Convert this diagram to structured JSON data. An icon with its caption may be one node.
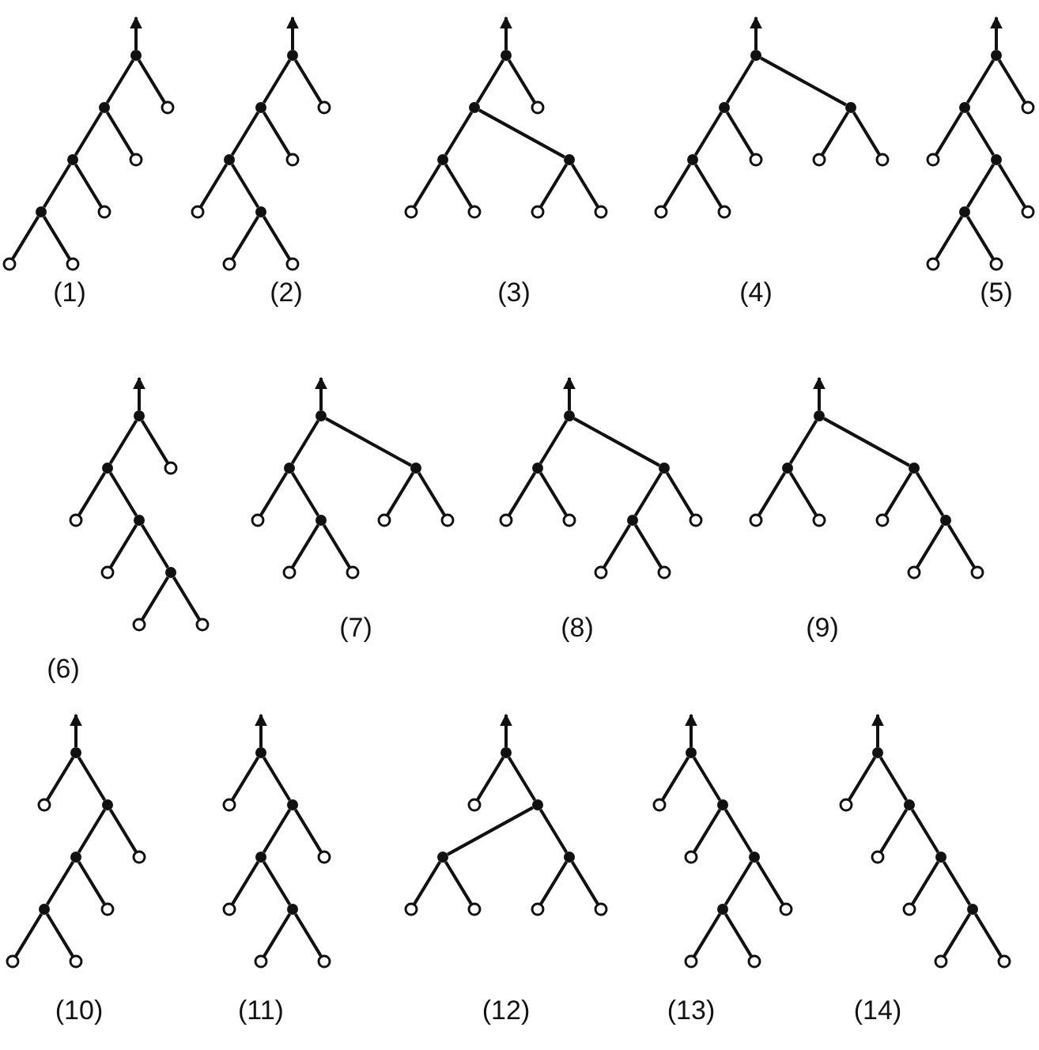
{
  "diagram": {
    "nodes": [
      {
        "text": [],
        "shape": "dot"
      },
      {
        "text": [],
        "shape": "dot"
      },
      {
        "text": [],
        "shape": "dot"
      },
      {
        "text": [],
        "shape": "dot"
      },
      {
        "text": [],
        "shape": "circle"
      },
      {
        "text": [],
        "shape": "circle"
      },
      {
        "text": [],
        "shape": "circle"
      },
      {
        "text": [],
        "shape": "circle"
      },
      {
        "text": [],
        "shape": "circle"
      },
      {
        "text": [],
        "shape": "dot"
      },
      {
        "text": [],
        "shape": "dot"
      },
      {
        "text": [],
        "shape": "dot"
      },
      {
        "text": [],
        "shape": "circle"
      },
      {
        "text": [],
        "shape": "dot"
      },
      {
        "text": [],
        "shape": "circle"
      },
      {
        "text": [],
        "shape": "circle"
      },
      {
        "text": [],
        "shape": "circle"
      },
      {
        "text": [],
        "shape": "circle"
      },
      {
        "text": [],
        "shape": "dot"
      },
      {
        "text": [],
        "shape": "dot"
      },
      {
        "text": [],
        "shape": "dot"
      },
      {
        "text": [],
        "shape": "circle"
      },
      {
        "text": [],
        "shape": "circle"
      },
      {
        "text": [],
        "shape": "dot"
      },
      {
        "text": [],
        "shape": "circle"
      },
      {
        "text": [],
        "shape": "circle"
      },
      {
        "text": [],
        "shape": "circle"
      },
      {
        "text": [],
        "shape": "dot"
      },
      {
        "text": [],
        "shape": "dot"
      },
      {
        "text": [],
        "shape": "dot"
      },
      {
        "text": [],
        "shape": "circle"
      },
      {
        "text": [],
        "shape": "circle"
      },
      {
        "text": [],
        "shape": "circle"
      },
      {
        "text": [],
        "shape": "dot"
      },
      {
        "text": [],
        "shape": "circle"
      },
      {
        "text": [],
        "shape": "circle"
      },
      {
        "text": [],
        "shape": "dot"
      },
      {
        "text": [],
        "shape": "dot"
      },
      {
        "text": [],
        "shape": "circle"
      },
      {
        "text": [],
        "shape": "dot"
      },
      {
        "text": [],
        "shape": "dot"
      },
      {
        "text": [],
        "shape": "circle"
      },
      {
        "text": [],
        "shape": "circle"
      },
      {
        "text": [],
        "shape": "circle"
      },
      {
        "text": [],
        "shape": "circle"
      },
      {
        "text": [],
        "shape": "dot"
      },
      {
        "text": [],
        "shape": "dot"
      },
      {
        "text": [],
        "shape": "circle"
      },
      {
        "text": [],
        "shape": "dot"
      },
      {
        "text": [],
        "shape": "circle"
      },
      {
        "text": [],
        "shape": "dot"
      },
      {
        "text": [],
        "shape": "circle"
      },
      {
        "text": [],
        "shape": "circle"
      },
      {
        "text": [],
        "shape": "circle"
      },
      {
        "text": [],
        "shape": "dot"
      },
      {
        "text": [],
        "shape": "dot"
      },
      {
        "text": [],
        "shape": "circle"
      },
      {
        "text": [],
        "shape": "dot"
      },
      {
        "text": [],
        "shape": "circle"
      },
      {
        "text": [],
        "shape": "circle"
      },
      {
        "text": [],
        "shape": "dot"
      },
      {
        "text": [],
        "shape": "circle"
      },
      {
        "text": [],
        "shape": "circle"
      },
      {
        "text": [],
        "shape": "dot"
      },
      {
        "text": [],
        "shape": "dot"
      },
      {
        "text": [],
        "shape": "circle"
      },
      {
        "text": [],
        "shape": "circle"
      },
      {
        "text": [],
        "shape": "dot"
      },
      {
        "text": [],
        "shape": "dot"
      },
      {
        "text": [],
        "shape": "circle"
      },
      {
        "text": [],
        "shape": "circle"
      },
      {
        "text": [],
        "shape": "circle"
      },
      {
        "text": [],
        "shape": "dot"
      },
      {
        "text": [],
        "shape": "dot"
      },
      {
        "text": [],
        "shape": "circle"
      },
      {
        "text": [],
        "shape": "circle"
      },
      {
        "text": [],
        "shape": "dot"
      },
      {
        "text": [],
        "shape": "circle"
      },
      {
        "text": [],
        "shape": "dot"
      },
      {
        "text": [],
        "shape": "circle"
      },
      {
        "text": [],
        "shape": "circle"
      },
      {
        "text": [],
        "shape": "dot"
      },
      {
        "text": [],
        "shape": "circle"
      },
      {
        "text": [],
        "shape": "dot"
      },
      {
        "text": [],
        "shape": "dot"
      },
      {
        "text": [],
        "shape": "dot"
      },
      {
        "text": [],
        "shape": "circle"
      },
      {
        "text": [],
        "shape": "circle"
      },
      {
        "text": [],
        "shape": "circle"
      },
      {
        "text": [],
        "shape": "circle"
      },
      {
        "text": [],
        "shape": "dot"
      },
      {
        "text": [],
        "shape": "circle"
      },
      {
        "text": [],
        "shape": "dot"
      },
      {
        "text": [],
        "shape": "dot"
      },
      {
        "text": [],
        "shape": "circle"
      },
      {
        "text": [],
        "shape": "dot"
      },
      {
        "text": [],
        "shape": "circle"
      },
      {
        "text": [],
        "shape": "circle"
      },
      {
        "text": [],
        "shape": "circle"
      },
      {
        "text": [],
        "shape": "dot"
      },
      {
        "text": [],
        "shape": "circle"
      },
      {
        "text": [],
        "shape": "dot"
      },
      {
        "text": [],
        "shape": "dot"
      },
      {
        "text": [],
        "shape": "circle"
      },
      {
        "text": [],
        "shape": "circle"
      },
      {
        "text": [],
        "shape": "dot"
      },
      {
        "text": [],
        "shape": "circle"
      },
      {
        "text": [],
        "shape": "circle"
      },
      {
        "text": [],
        "shape": "dot"
      },
      {
        "text": [],
        "shape": "circle"
      },
      {
        "text": [],
        "shape": "dot"
      },
      {
        "text": [],
        "shape": "circle"
      },
      {
        "text": [],
        "shape": "dot"
      },
      {
        "text": [],
        "shape": "dot"
      },
      {
        "text": [],
        "shape": "circle"
      },
      {
        "text": [],
        "shape": "circle"
      },
      {
        "text": [],
        "shape": "circle"
      },
      {
        "text": [],
        "shape": "dot"
      },
      {
        "text": [],
        "shape": "circle"
      },
      {
        "text": [],
        "shape": "dot"
      },
      {
        "text": [],
        "shape": "circle"
      },
      {
        "text": [],
        "shape": "dot"
      },
      {
        "text": [],
        "shape": "circle"
      },
      {
        "text": [],
        "shape": "dot"
      },
      {
        "text": [],
        "shape": "circle"
      },
      {
        "text": [],
        "shape": "circle"
      }
    ],
    "edges": [
      {
        "from": 0,
        "to": null,
        "arrow": "to"
      },
      {
        "from": 0,
        "to": 1,
        "arrow": "none"
      },
      {
        "from": 0,
        "to": 8,
        "arrow": "none"
      },
      {
        "from": 1,
        "to": 2,
        "arrow": "none"
      },
      {
        "from": 1,
        "to": 7,
        "arrow": "none"
      },
      {
        "from": 2,
        "to": 3,
        "arrow": "none"
      },
      {
        "from": 2,
        "to": 6,
        "arrow": "none"
      },
      {
        "from": 3,
        "to": 4,
        "arrow": "none"
      },
      {
        "from": 3,
        "to": 5,
        "arrow": "none"
      },
      {
        "from": 9,
        "to": null,
        "arrow": "to"
      },
      {
        "from": 9,
        "to": 10,
        "arrow": "none"
      },
      {
        "from": 9,
        "to": 17,
        "arrow": "none"
      },
      {
        "from": 10,
        "to": 11,
        "arrow": "none"
      },
      {
        "from": 10,
        "to": 16,
        "arrow": "none"
      },
      {
        "from": 11,
        "to": 12,
        "arrow": "none"
      },
      {
        "from": 11,
        "to": 13,
        "arrow": "none"
      },
      {
        "from": 13,
        "to": 14,
        "arrow": "none"
      },
      {
        "from": 13,
        "to": 15,
        "arrow": "none"
      },
      {
        "from": 18,
        "to": null,
        "arrow": "to"
      },
      {
        "from": 18,
        "to": 19,
        "arrow": "none"
      },
      {
        "from": 18,
        "to": 26,
        "arrow": "none"
      },
      {
        "from": 19,
        "to": 20,
        "arrow": "none"
      },
      {
        "from": 19,
        "to": 23,
        "arrow": "none"
      },
      {
        "from": 20,
        "to": 21,
        "arrow": "none"
      },
      {
        "from": 20,
        "to": 22,
        "arrow": "none"
      },
      {
        "from": 23,
        "to": 24,
        "arrow": "none"
      },
      {
        "from": 23,
        "to": 25,
        "arrow": "none"
      },
      {
        "from": 27,
        "to": null,
        "arrow": "to"
      },
      {
        "from": 27,
        "to": 28,
        "arrow": "none"
      },
      {
        "from": 27,
        "to": 33,
        "arrow": "none"
      },
      {
        "from": 28,
        "to": 29,
        "arrow": "none"
      },
      {
        "from": 28,
        "to": 32,
        "arrow": "none"
      },
      {
        "from": 29,
        "to": 30,
        "arrow": "none"
      },
      {
        "from": 29,
        "to": 31,
        "arrow": "none"
      },
      {
        "from": 33,
        "to": 34,
        "arrow": "none"
      },
      {
        "from": 33,
        "to": 35,
        "arrow": "none"
      },
      {
        "from": 36,
        "to": null,
        "arrow": "to"
      },
      {
        "from": 36,
        "to": 37,
        "arrow": "none"
      },
      {
        "from": 36,
        "to": 44,
        "arrow": "none"
      },
      {
        "from": 37,
        "to": 38,
        "arrow": "none"
      },
      {
        "from": 37,
        "to": 39,
        "arrow": "none"
      },
      {
        "from": 39,
        "to": 40,
        "arrow": "none"
      },
      {
        "from": 39,
        "to": 43,
        "arrow": "none"
      },
      {
        "from": 40,
        "to": 41,
        "arrow": "none"
      },
      {
        "from": 40,
        "to": 42,
        "arrow": "none"
      },
      {
        "from": 45,
        "to": null,
        "arrow": "to"
      },
      {
        "from": 45,
        "to": 46,
        "arrow": "none"
      },
      {
        "from": 45,
        "to": 53,
        "arrow": "none"
      },
      {
        "from": 46,
        "to": 47,
        "arrow": "none"
      },
      {
        "from": 46,
        "to": 48,
        "arrow": "none"
      },
      {
        "from": 48,
        "to": 49,
        "arrow": "none"
      },
      {
        "from": 48,
        "to": 50,
        "arrow": "none"
      },
      {
        "from": 50,
        "to": 51,
        "arrow": "none"
      },
      {
        "from": 50,
        "to": 52,
        "arrow": "none"
      },
      {
        "from": 54,
        "to": null,
        "arrow": "to"
      },
      {
        "from": 54,
        "to": 55,
        "arrow": "none"
      },
      {
        "from": 54,
        "to": 60,
        "arrow": "none"
      },
      {
        "from": 55,
        "to": 56,
        "arrow": "none"
      },
      {
        "from": 55,
        "to": 57,
        "arrow": "none"
      },
      {
        "from": 57,
        "to": 58,
        "arrow": "none"
      },
      {
        "from": 57,
        "to": 59,
        "arrow": "none"
      },
      {
        "from": 60,
        "to": 61,
        "arrow": "none"
      },
      {
        "from": 60,
        "to": 62,
        "arrow": "none"
      },
      {
        "from": 63,
        "to": null,
        "arrow": "to"
      },
      {
        "from": 63,
        "to": 64,
        "arrow": "none"
      },
      {
        "from": 63,
        "to": 67,
        "arrow": "none"
      },
      {
        "from": 64,
        "to": 65,
        "arrow": "none"
      },
      {
        "from": 64,
        "to": 66,
        "arrow": "none"
      },
      {
        "from": 67,
        "to": 68,
        "arrow": "none"
      },
      {
        "from": 67,
        "to": 71,
        "arrow": "none"
      },
      {
        "from": 68,
        "to": 69,
        "arrow": "none"
      },
      {
        "from": 68,
        "to": 70,
        "arrow": "none"
      },
      {
        "from": 72,
        "to": null,
        "arrow": "to"
      },
      {
        "from": 72,
        "to": 73,
        "arrow": "none"
      },
      {
        "from": 72,
        "to": 76,
        "arrow": "none"
      },
      {
        "from": 73,
        "to": 74,
        "arrow": "none"
      },
      {
        "from": 73,
        "to": 75,
        "arrow": "none"
      },
      {
        "from": 76,
        "to": 77,
        "arrow": "none"
      },
      {
        "from": 76,
        "to": 78,
        "arrow": "none"
      },
      {
        "from": 78,
        "to": 79,
        "arrow": "none"
      },
      {
        "from": 78,
        "to": 80,
        "arrow": "none"
      },
      {
        "from": 81,
        "to": null,
        "arrow": "to"
      },
      {
        "from": 81,
        "to": 82,
        "arrow": "none"
      },
      {
        "from": 81,
        "to": 83,
        "arrow": "none"
      },
      {
        "from": 83,
        "to": 84,
        "arrow": "none"
      },
      {
        "from": 83,
        "to": 89,
        "arrow": "none"
      },
      {
        "from": 84,
        "to": 85,
        "arrow": "none"
      },
      {
        "from": 84,
        "to": 88,
        "arrow": "none"
      },
      {
        "from": 85,
        "to": 86,
        "arrow": "none"
      },
      {
        "from": 85,
        "to": 87,
        "arrow": "none"
      },
      {
        "from": 90,
        "to": null,
        "arrow": "to"
      },
      {
        "from": 90,
        "to": 91,
        "arrow": "none"
      },
      {
        "from": 90,
        "to": 92,
        "arrow": "none"
      },
      {
        "from": 92,
        "to": 93,
        "arrow": "none"
      },
      {
        "from": 92,
        "to": 98,
        "arrow": "none"
      },
      {
        "from": 93,
        "to": 94,
        "arrow": "none"
      },
      {
        "from": 93,
        "to": 95,
        "arrow": "none"
      },
      {
        "from": 95,
        "to": 96,
        "arrow": "none"
      },
      {
        "from": 95,
        "to": 97,
        "arrow": "none"
      },
      {
        "from": 99,
        "to": null,
        "arrow": "to"
      },
      {
        "from": 99,
        "to": 100,
        "arrow": "none"
      },
      {
        "from": 99,
        "to": 101,
        "arrow": "none"
      },
      {
        "from": 101,
        "to": 102,
        "arrow": "none"
      },
      {
        "from": 101,
        "to": 105,
        "arrow": "none"
      },
      {
        "from": 102,
        "to": 103,
        "arrow": "none"
      },
      {
        "from": 102,
        "to": 104,
        "arrow": "none"
      },
      {
        "from": 105,
        "to": 106,
        "arrow": "none"
      },
      {
        "from": 105,
        "to": 107,
        "arrow": "none"
      },
      {
        "from": 108,
        "to": null,
        "arrow": "to"
      },
      {
        "from": 108,
        "to": 109,
        "arrow": "none"
      },
      {
        "from": 108,
        "to": 110,
        "arrow": "none"
      },
      {
        "from": 110,
        "to": 111,
        "arrow": "none"
      },
      {
        "from": 110,
        "to": 112,
        "arrow": "none"
      },
      {
        "from": 112,
        "to": 113,
        "arrow": "none"
      },
      {
        "from": 112,
        "to": 116,
        "arrow": "none"
      },
      {
        "from": 113,
        "to": 114,
        "arrow": "none"
      },
      {
        "from": 113,
        "to": 115,
        "arrow": "none"
      },
      {
        "from": 117,
        "to": null,
        "arrow": "to"
      },
      {
        "from": 117,
        "to": 118,
        "arrow": "none"
      },
      {
        "from": 117,
        "to": 119,
        "arrow": "none"
      },
      {
        "from": 119,
        "to": 120,
        "arrow": "none"
      },
      {
        "from": 119,
        "to": 121,
        "arrow": "none"
      },
      {
        "from": 121,
        "to": 122,
        "arrow": "none"
      },
      {
        "from": 121,
        "to": 123,
        "arrow": "none"
      },
      {
        "from": 123,
        "to": 124,
        "arrow": "none"
      },
      {
        "from": 123,
        "to": 125,
        "arrow": "none"
      }
    ],
    "labels": [
      "(1)",
      "(2)",
      "(3)",
      "(4)",
      "(5)",
      "(6)",
      "(7)",
      "(8)",
      "(9)",
      "(10)",
      "(11)",
      "(12)",
      "(13)",
      "(14)"
    ]
  }
}
